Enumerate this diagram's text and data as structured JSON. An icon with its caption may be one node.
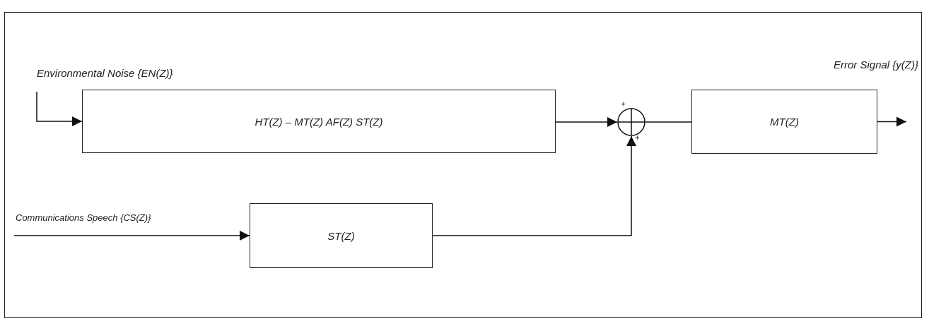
{
  "diagram": {
    "nodes": [
      {
        "text": [
          "HT(Z) – MT(Z) AF(Z) ST(Z)"
        ]
      },
      {
        "text": [
          "ST(Z)"
        ]
      },
      {
        "text": [],
        "shape": "circle",
        "beside": [
          "+",
          "+"
        ]
      },
      {
        "text": [
          "MT(Z)"
        ]
      }
    ],
    "edges": [
      {
        "from": null,
        "to": 0,
        "arrow": "to"
      },
      {
        "from": null,
        "to": 1,
        "arrow": "to"
      },
      {
        "from": 0,
        "to": 2,
        "arrow": "to"
      },
      {
        "from": 1,
        "to": 2,
        "arrow": "to"
      },
      {
        "from": 2,
        "to": 3,
        "arrow": "none"
      },
      {
        "from": 3,
        "to": null,
        "arrow": "to"
      }
    ],
    "labels": [
      "Environmental Noise {EN(Z)}",
      "Error Signal {y(Z)}",
      "Communications Speech {CS(Z)}"
    ]
  }
}
